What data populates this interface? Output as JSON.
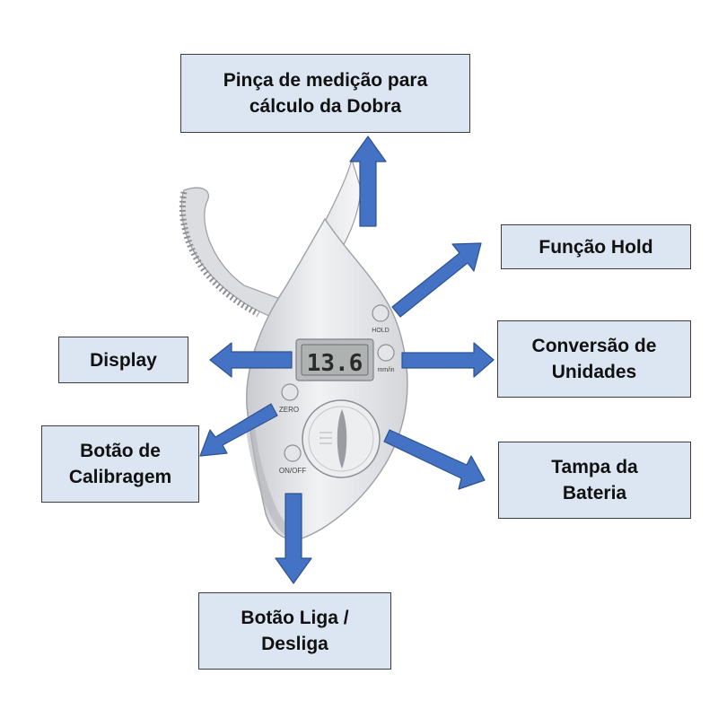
{
  "labels": {
    "pinca": "Pinça de medição para\ncálculo da Dobra",
    "hold": "Função Hold",
    "conversao": "Conversão de\nUnidades",
    "display": "Display",
    "calibragem": "Botão de\nCalibragem",
    "bateria": "Tampa da\nBateria",
    "liga": "Botão Liga /\nDesliga"
  },
  "device": {
    "lcd_value": "13.6",
    "button_hold": "HOLD",
    "button_units": "mm/in",
    "button_zero": "ZERO",
    "button_power": "ON/OFF"
  },
  "colors": {
    "label_fill": "#dce6f2",
    "arrow_fill": "#4472c4",
    "arrow_stroke": "#2f528f"
  }
}
